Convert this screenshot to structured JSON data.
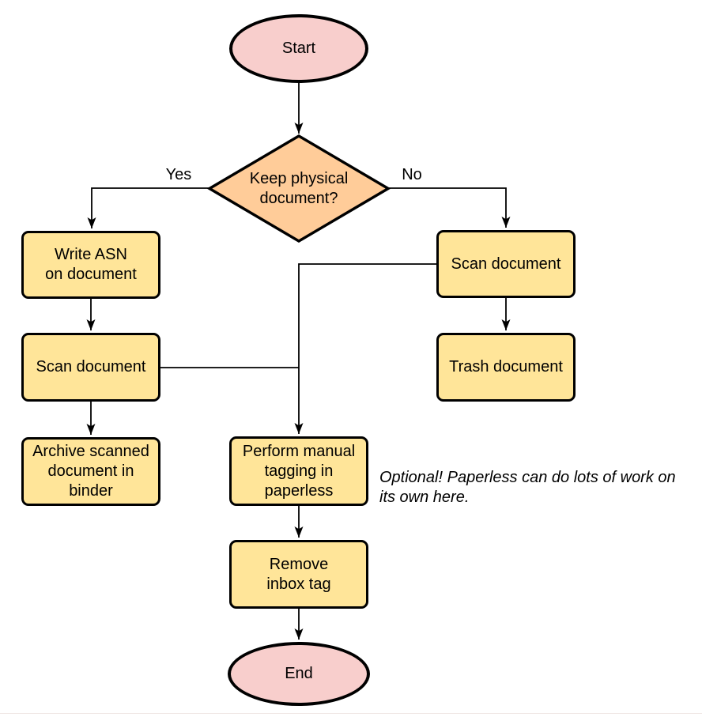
{
  "flowchart": {
    "nodes": {
      "start": {
        "label": "Start",
        "type": "terminator"
      },
      "keep_physical": {
        "label": "Keep physical\ndocument?",
        "type": "decision"
      },
      "write_asn": {
        "label": "Write ASN\non document",
        "type": "process"
      },
      "scan_document_left": {
        "label": "Scan document",
        "type": "process"
      },
      "archive_binder": {
        "label": "Archive scanned\ndocument in\nbinder",
        "type": "process"
      },
      "scan_document_right": {
        "label": "Scan document",
        "type": "process"
      },
      "trash_document": {
        "label": "Trash document",
        "type": "process"
      },
      "manual_tagging": {
        "label": "Perform manual\ntagging in\npaperless",
        "type": "process"
      },
      "remove_inbox_tag": {
        "label": "Remove\ninbox tag",
        "type": "process"
      },
      "end": {
        "label": "End",
        "type": "terminator"
      }
    },
    "edge_labels": {
      "yes": "Yes",
      "no": "No"
    },
    "annotation": {
      "text": "Optional! Paperless can do lots of work on\nits own here."
    },
    "colors": {
      "terminator_fill": "#f8cecc",
      "decision_fill": "#ffcc99",
      "process_fill": "#ffe599",
      "stroke": "#000000",
      "background": "#ffffff"
    }
  }
}
